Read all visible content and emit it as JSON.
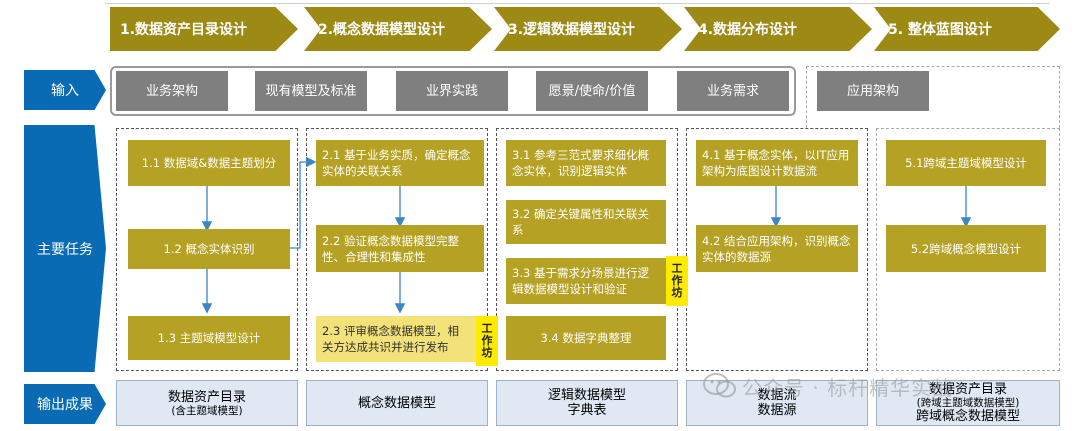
{
  "colors": {
    "chevron": "#9c8a14",
    "row_label": "#0a6bb5",
    "input_box": "#7f7f7f",
    "task_box": "#b5a123",
    "review_box": "#f3e17a",
    "workshop_badge": "#ffeb00",
    "output_box": "#dfe8f3",
    "arrow": "#3b86c6"
  },
  "stages": [
    {
      "label": "1.数据资产目录设计"
    },
    {
      "label": "2.概念数据模型设计"
    },
    {
      "label": "3.逻辑数据模型设计"
    },
    {
      "label": "4.数据分布设计"
    },
    {
      "label": "5. 整体蓝图设计"
    }
  ],
  "row_labels": {
    "input": "输入",
    "tasks": "主要任务",
    "output": "输出成果"
  },
  "inputs": [
    {
      "label": "业务架构"
    },
    {
      "label": "现有模型及标准"
    },
    {
      "label": "业界实践"
    },
    {
      "label": "愿景/使命/价值"
    },
    {
      "label": "业务需求"
    },
    {
      "label": "应用架构"
    }
  ],
  "tasks": {
    "s1": [
      "1.1  数据域&数据主题划分",
      "1.2  概念实体识别",
      "1.3  主题域模型设计"
    ],
    "s2": [
      "2.1  基于业务实质，确定概念实体的关联关系",
      "2.2  验证概念数据模型完整性、合理性和集成性",
      "2.3  评审概念数据模型，相关方达成共识并进行发布"
    ],
    "s3": [
      "3.1  参考三范式要求细化概念实体，识别逻辑实体",
      "3.2  确定关键属性和关联关系",
      "3.3  基于需求分场景进行逻辑数据模型设计和验证",
      "3.4  数据字典整理"
    ],
    "s4": [
      "4.1  基于概念实体，以IT应用架构为底图设计数据流",
      "4.2  结合应用架构，识别概念实体的数据源"
    ],
    "s5": [
      "5.1跨域主题域模型设计",
      "5.2跨域概念模型设计"
    ]
  },
  "workshop": "工作坊",
  "outputs": {
    "o1": {
      "main": "数据资产目录",
      "sub": "(含主题域模型)"
    },
    "o2": {
      "main": "概念数据模型"
    },
    "o3": {
      "line1": "逻辑数据模型",
      "line2": "字典表"
    },
    "o4": {
      "line1": "数据流",
      "line2": "数据源"
    },
    "o5": {
      "main": "数据资产目录",
      "sub": "(跨域主题域数据模型)",
      "line3": "跨域概念数据模型"
    }
  },
  "watermark": "公众号 · 标杆精华实战"
}
